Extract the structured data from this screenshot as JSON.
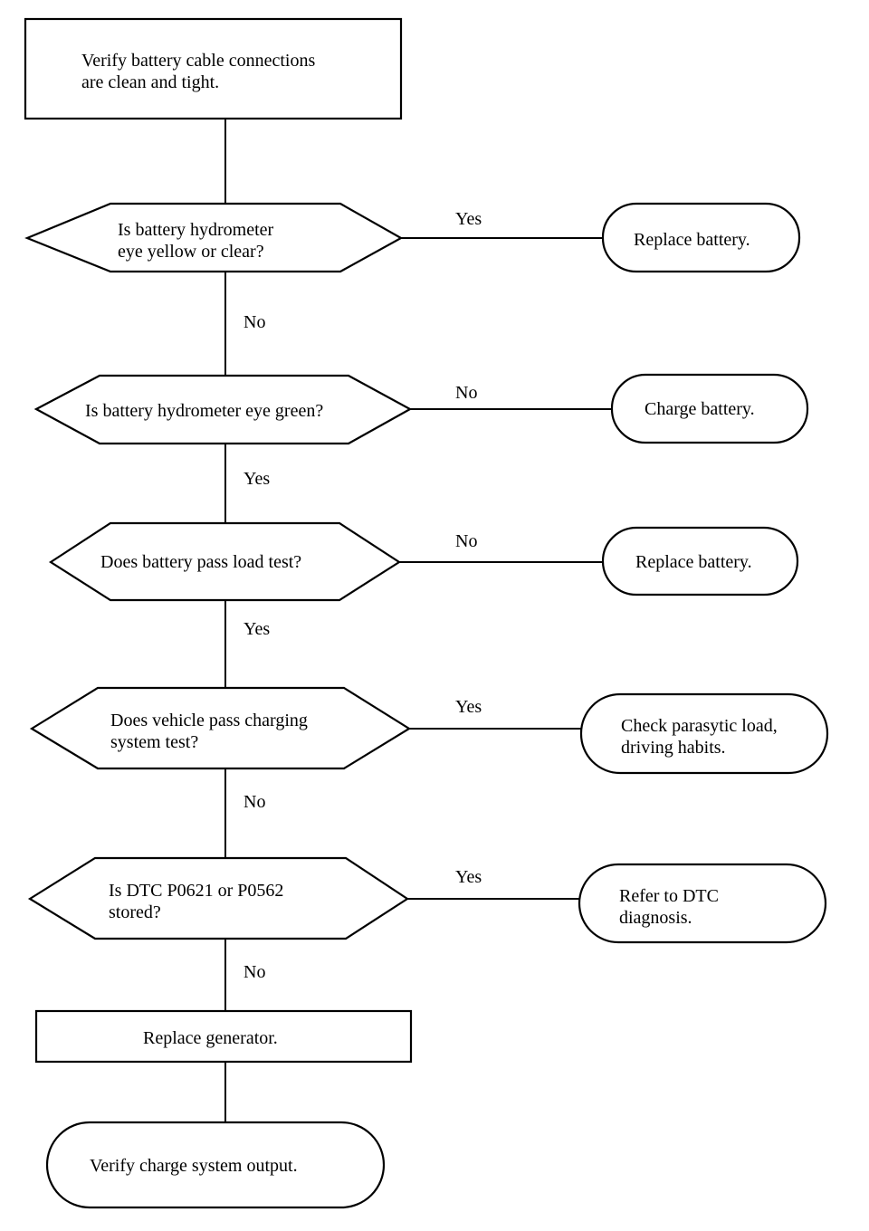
{
  "nodes": {
    "start": {
      "lines": [
        "Verify battery cable connections",
        "are clean and tight."
      ]
    },
    "q_eye_yellow": {
      "lines": [
        "Is battery hydrometer",
        "eye yellow or clear?"
      ]
    },
    "replace_battery_1": {
      "lines": [
        "Replace battery."
      ]
    },
    "q_eye_green": {
      "lines": [
        "Is battery hydrometer eye green?"
      ]
    },
    "charge_battery": {
      "lines": [
        "Charge battery."
      ]
    },
    "q_load_test": {
      "lines": [
        "Does battery pass load test?"
      ]
    },
    "replace_battery_2": {
      "lines": [
        "Replace battery."
      ]
    },
    "q_charging_test": {
      "lines": [
        "Does vehicle pass charging",
        "system test?"
      ]
    },
    "check_parasitic": {
      "lines": [
        "Check parasytic load,",
        "driving habits."
      ]
    },
    "q_dtc": {
      "lines": [
        "Is DTC P0621 or P0562",
        "stored?"
      ]
    },
    "refer_dtc": {
      "lines": [
        "Refer to DTC",
        "diagnosis."
      ]
    },
    "replace_generator": {
      "lines": [
        "Replace generator."
      ]
    },
    "verify_output": {
      "lines": [
        "Verify charge system output."
      ]
    }
  },
  "labels": {
    "q1_side": "Yes",
    "q1_down": "No",
    "q2_side": "No",
    "q2_down": "Yes",
    "q3_side": "No",
    "q3_down": "Yes",
    "q4_side": "Yes",
    "q4_down": "No",
    "q5_side": "Yes",
    "q5_down": "No"
  }
}
